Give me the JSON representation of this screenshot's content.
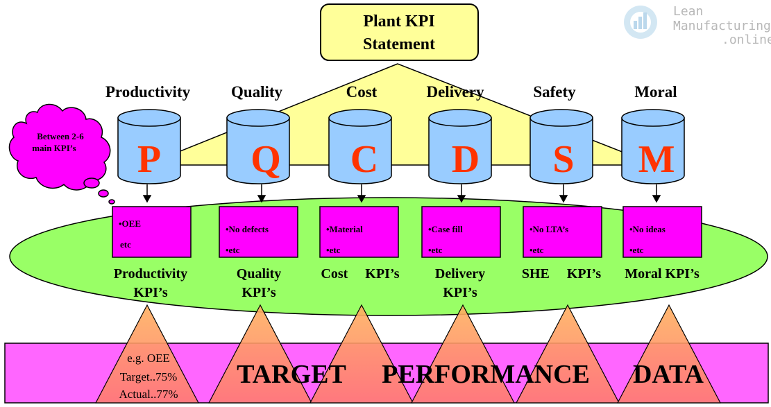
{
  "statement": {
    "line1": "Plant KPI",
    "line2": "Statement"
  },
  "categories": [
    {
      "title": "Productivity",
      "letter": "P",
      "box_line1": "•OEE",
      "box_line2": "etc",
      "kpi_line1": "Productivity",
      "kpi_line2": "KPI’s"
    },
    {
      "title": "Quality",
      "letter": "Q",
      "box_line1": "•No defects",
      "box_line2": "•etc",
      "kpi_line1": "Quality",
      "kpi_line2": "KPI’s"
    },
    {
      "title": "Cost",
      "letter": "C",
      "box_line1": "•Material",
      "box_line2": "•etc",
      "kpi_line1": "Cost     KPI’s",
      "kpi_line2": ""
    },
    {
      "title": "Delivery",
      "letter": "D",
      "box_line1": "•Case fill",
      "box_line2": "•etc",
      "kpi_line1": "Delivery",
      "kpi_line2": "KPI’s"
    },
    {
      "title": "Safety",
      "letter": "S",
      "box_line1": "•No LTA’s",
      "box_line2": "•etc",
      "kpi_line1": "SHE     KPI’s",
      "kpi_line2": ""
    },
    {
      "title": "Moral",
      "letter": "M",
      "box_line1": "•No ideas",
      "box_line2": "•etc",
      "kpi_line1": "Moral KPI’s",
      "kpi_line2": ""
    }
  ],
  "cloud": {
    "line1": "Between 2-6",
    "line2": "main KPI’s"
  },
  "example": {
    "line1": "e.g. OEE",
    "line2": "Target..75%",
    "line3": "Actual..77%"
  },
  "banner": {
    "word1": "TARGET",
    "word2": "PERFORMANCE",
    "word3": "DATA"
  },
  "logo": {
    "line1": "Lean",
    "line2": "Manufacturing",
    "line3": ".online"
  },
  "colors": {
    "statement_fill": "#ffff99",
    "triangle_fill": "#ffff99",
    "cylinder_fill": "#99ccff",
    "letter_color": "#ff3300",
    "oval_fill": "#99ff66",
    "kpi_box_fill": "#ff00ff",
    "cloud_fill": "#ff00ff",
    "banner_fill": "#ff66ff",
    "target_triangle_fill": "#ff8c66"
  }
}
